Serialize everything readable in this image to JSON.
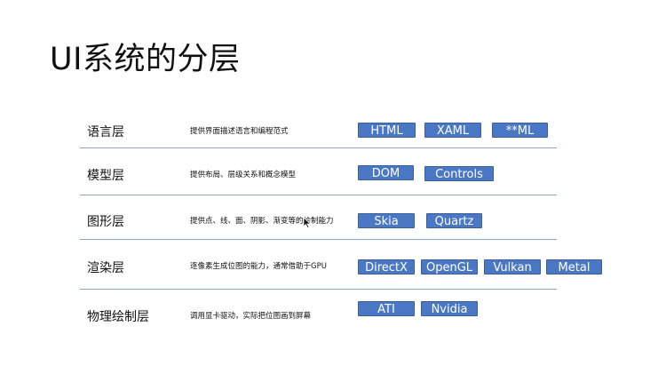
{
  "slide": {
    "title": "UI系统的分层"
  },
  "layers": [
    {
      "name": "语言层",
      "desc": "提供界面描述语言和编程范式",
      "chips": [
        "HTML",
        "XAML",
        "**ML"
      ]
    },
    {
      "name": "模型层",
      "desc": "提供布局、层级关系和概念模型",
      "chips": [
        "DOM",
        "Controls"
      ]
    },
    {
      "name": "图形层",
      "desc": "提供点、线、面、阴影、渐变等的绘制能力",
      "chips": [
        "Skia",
        "Quartz"
      ]
    },
    {
      "name": "渲染层",
      "desc": "逐像素生成位图的能力，通常借助于GPU",
      "chips": [
        "DirectX",
        "OpenGL",
        "Vulkan",
        "Metal"
      ]
    },
    {
      "name": "物理绘制层",
      "desc": "调用显卡驱动，实际把位图画到屏幕",
      "chips": [
        "ATI",
        "Nvidia"
      ]
    }
  ],
  "colors": {
    "chip_fill": "#4a78c4",
    "divider": "#8ea6bf"
  },
  "icons": {
    "cursor": "mouse-pointer-icon"
  }
}
